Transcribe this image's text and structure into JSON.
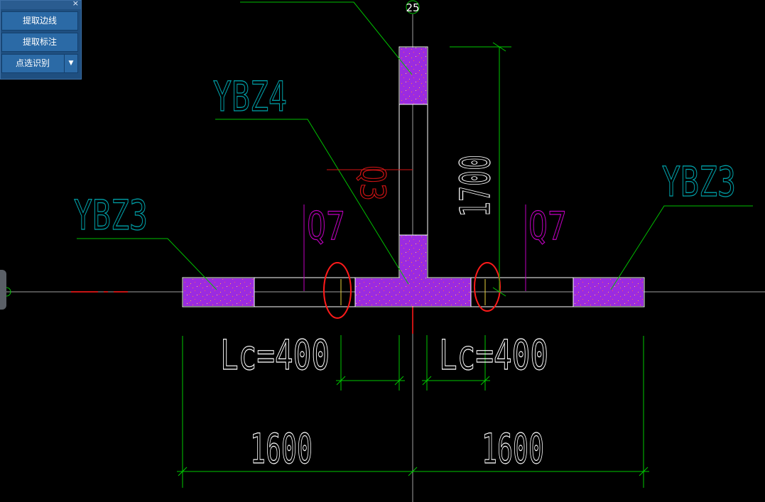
{
  "toolbar": {
    "close_label": "×",
    "buttons": [
      {
        "label": "提取边线"
      },
      {
        "label": "提取标注"
      },
      {
        "label": "点选识别",
        "dropdown_label": "▼"
      }
    ]
  },
  "drawing": {
    "axis_label": "25",
    "column_labels": {
      "left": "YBZ3",
      "center": "YBZ4",
      "right": "YBZ3"
    },
    "wall_labels": {
      "left": "Q7",
      "right": "Q7",
      "top": "Q3"
    },
    "dims": {
      "vertical": "1700",
      "lc_left": "Lc=400",
      "lc_right": "Lc=400",
      "bottom_left": "1600",
      "bottom_right": "1600"
    }
  },
  "colors": {
    "background": "#000000",
    "column_fill": "#9b2be0",
    "dimension": "#00c800",
    "leader": "#00c000",
    "column_text": "#00a0a8",
    "wall_tag": "#c000c0",
    "q3_tag": "#d41414",
    "annotation_circle": "#ff1a1a",
    "wall_outline": "#ffffff"
  }
}
